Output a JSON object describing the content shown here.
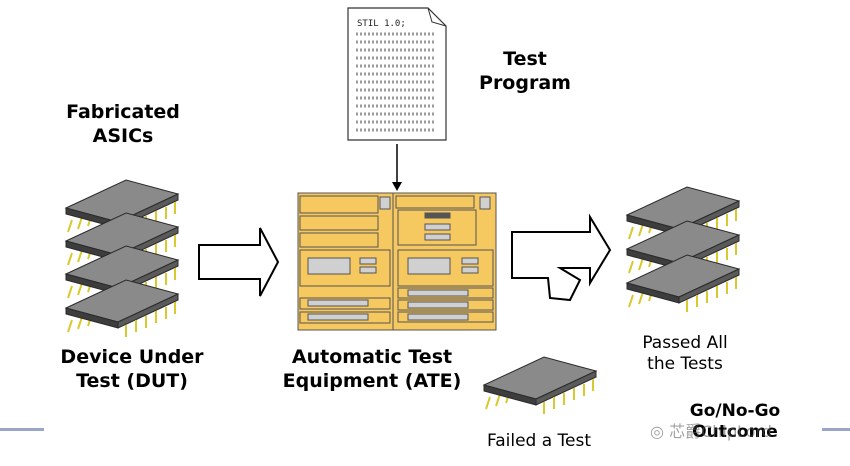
{
  "program": {
    "doc_header": "STIL 1.0;",
    "label_line1": "Test",
    "label_line2": "Program"
  },
  "asics": {
    "label_line1": "Fabricated",
    "label_line2": "ASICs"
  },
  "dut": {
    "label_line1": "Device Under",
    "label_line2": "Test (DUT)"
  },
  "ate": {
    "label_line1": "Automatic Test",
    "label_line2": "Equipment (ATE)"
  },
  "passed": {
    "label_line1": "Passed All",
    "label_line2": "the Tests"
  },
  "failed": {
    "label": "Failed a Test"
  },
  "outcome": {
    "label_line1": "Go/No-Go",
    "label_line2": "Outcome"
  },
  "watermark": {
    "text": "芯爵ChipLord"
  },
  "colors": {
    "ate_fill": "#f6c860",
    "chip_top": "#8a8a8a",
    "chip_side": "#4a4a4a",
    "pin": "#e8d840",
    "rule": "#9aa6c9"
  }
}
